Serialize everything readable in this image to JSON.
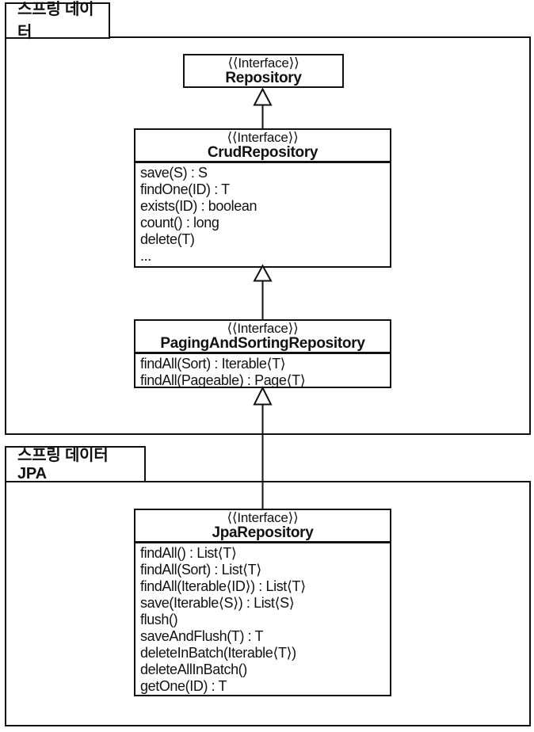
{
  "packages": {
    "spring_data": {
      "label": "스프링 데이터"
    },
    "spring_data_jpa": {
      "label": "스프링 데이터 JPA"
    }
  },
  "classes": {
    "repository": {
      "stereotype": "⟨⟨Interface⟩⟩",
      "name": "Repository",
      "methods": []
    },
    "crud_repository": {
      "stereotype": "⟨⟨Interface⟩⟩",
      "name": "CrudRepository",
      "methods": [
        "save(S) : S",
        "findOne(ID) : T",
        "exists(ID) : boolean",
        "count() : long",
        "delete(T)",
        "..."
      ]
    },
    "paging_and_sorting_repository": {
      "stereotype": "⟨⟨Interface⟩⟩",
      "name": "PagingAndSortingRepository",
      "methods": [
        "findAll(Sort) : Iterable⟨T⟩",
        "findAll(Pageable) : Page⟨T⟩"
      ]
    },
    "jpa_repository": {
      "stereotype": "⟨⟨Interface⟩⟩",
      "name": "JpaRepository",
      "methods": [
        "findAll() : List⟨T⟩",
        "findAll(Sort) : List⟨T⟩",
        "findAll(Iterable⟨ID⟩) : List⟨T⟩",
        "save(Iterable⟨S⟩) : List⟨S⟩",
        "flush()",
        "saveAndFlush(T) : T",
        "deleteInBatch(Iterable⟨T⟩)",
        "deleteAllInBatch()",
        "getOne(ID) : T"
      ]
    }
  },
  "relations": {
    "type": "generalization (hollow triangle, solid line)",
    "list": [
      "CrudRepository → Repository",
      "PagingAndSortingRepository → CrudRepository",
      "JpaRepository → PagingAndSortingRepository"
    ]
  },
  "colors": {
    "line": "#111111",
    "background": "#ffffff",
    "text": "#111111"
  }
}
